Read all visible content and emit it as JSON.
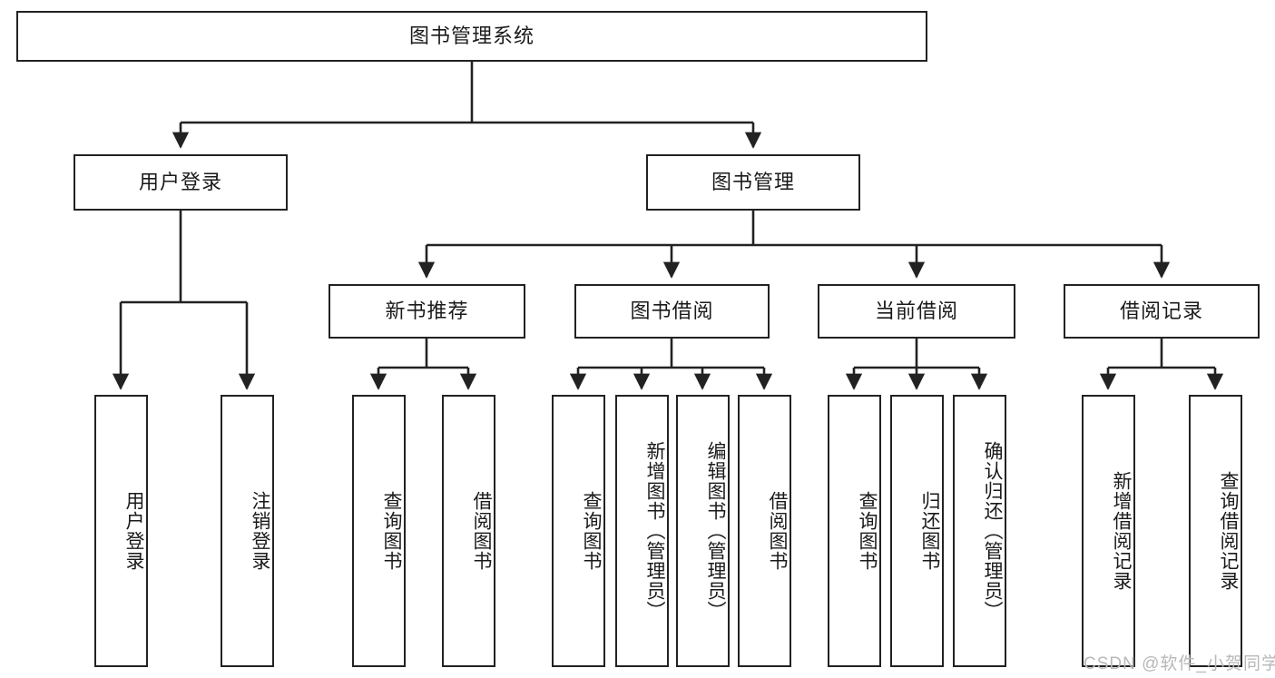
{
  "diagram": {
    "title": "图书管理系统",
    "type": "hierarchy-tree",
    "colors": {
      "box_border": "#222222",
      "box_fill": "#ffffff",
      "edge": "#222222",
      "background": "#ffffff",
      "watermark": "#b8b8b8"
    },
    "root": {
      "label": "图书管理系统"
    },
    "level1": [
      {
        "label": "用户登录"
      },
      {
        "label": "图书管理"
      }
    ],
    "level2": [
      {
        "label": "新书推荐"
      },
      {
        "label": "图书借阅"
      },
      {
        "label": "当前借阅"
      },
      {
        "label": "借阅记录"
      }
    ],
    "leaves": {
      "user_login": [
        {
          "label": "用户登录"
        },
        {
          "label": "注销登录"
        }
      ],
      "new_book_recommend": [
        {
          "label": "查询图书"
        },
        {
          "label": "借阅图书"
        }
      ],
      "book_borrow": [
        {
          "label": "查询图书"
        },
        {
          "label": "新增图书（管理员）"
        },
        {
          "label": "编辑图书（管理员）"
        },
        {
          "label": "借阅图书"
        }
      ],
      "current_borrow": [
        {
          "label": "查询图书"
        },
        {
          "label": "归还图书"
        },
        {
          "label": "确认归还（管理员）"
        }
      ],
      "borrow_records": [
        {
          "label": "新增借阅记录"
        },
        {
          "label": "查询借阅记录"
        }
      ]
    },
    "watermark": "CSDN @软件_小贺同学"
  }
}
